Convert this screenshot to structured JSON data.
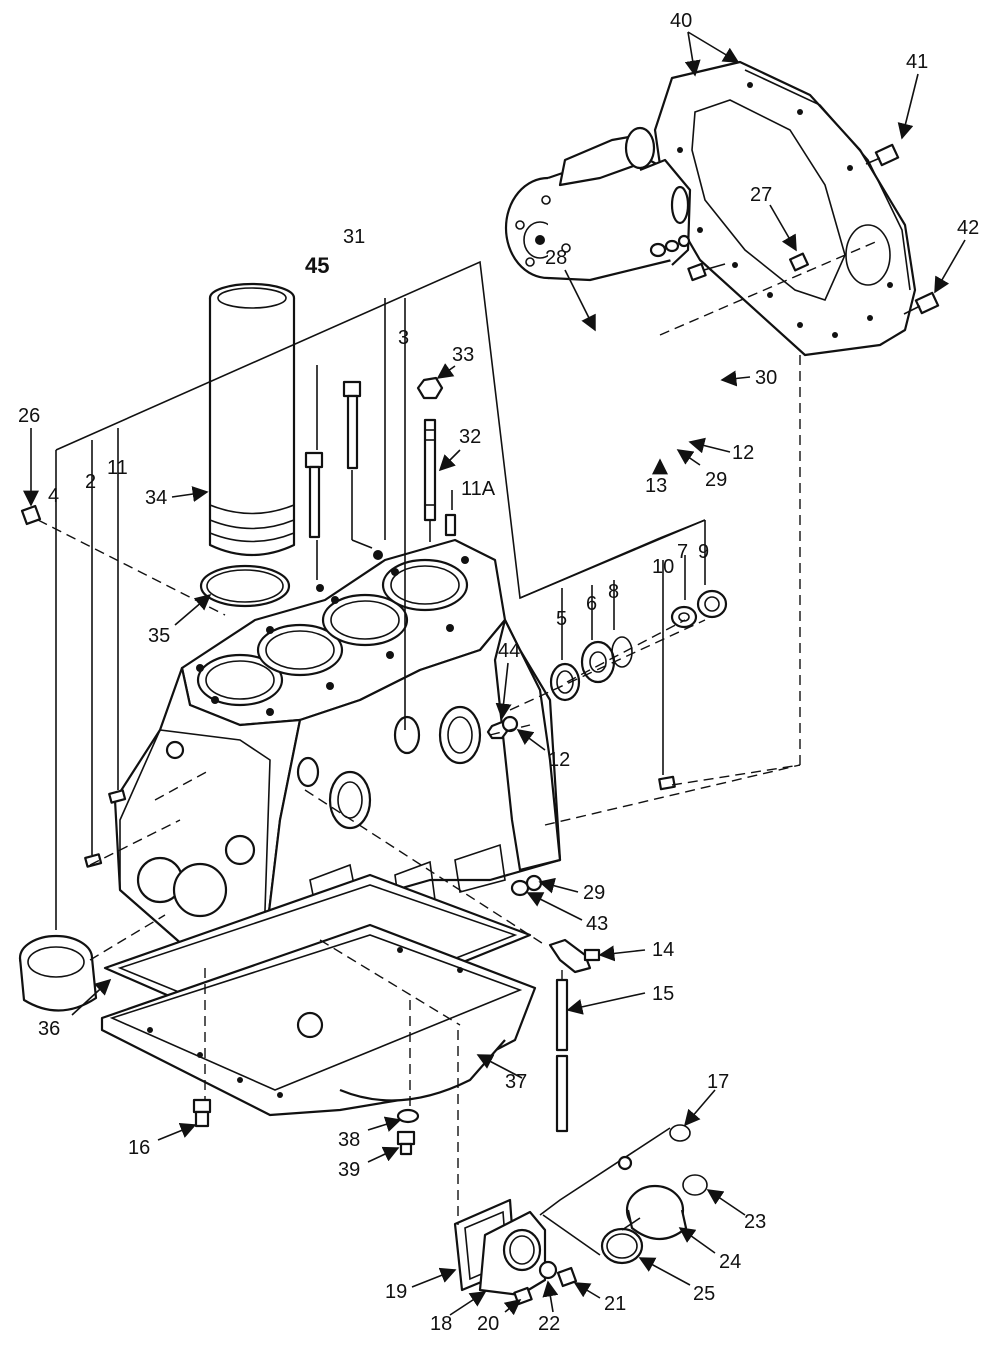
{
  "diagram": {
    "callouts": [
      "40",
      "41",
      "27",
      "42",
      "28",
      "30",
      "12",
      "29",
      "13",
      "31",
      "45",
      "3",
      "33",
      "32",
      "11A",
      "26",
      "4",
      "2",
      "11",
      "34",
      "35",
      "10",
      "7",
      "9",
      "5",
      "6",
      "8",
      "44",
      "12",
      "29",
      "43",
      "14",
      "15",
      "36",
      "37",
      "17",
      "16",
      "38",
      "39",
      "23",
      "24",
      "25",
      "19",
      "18",
      "20",
      "22",
      "21"
    ]
  }
}
